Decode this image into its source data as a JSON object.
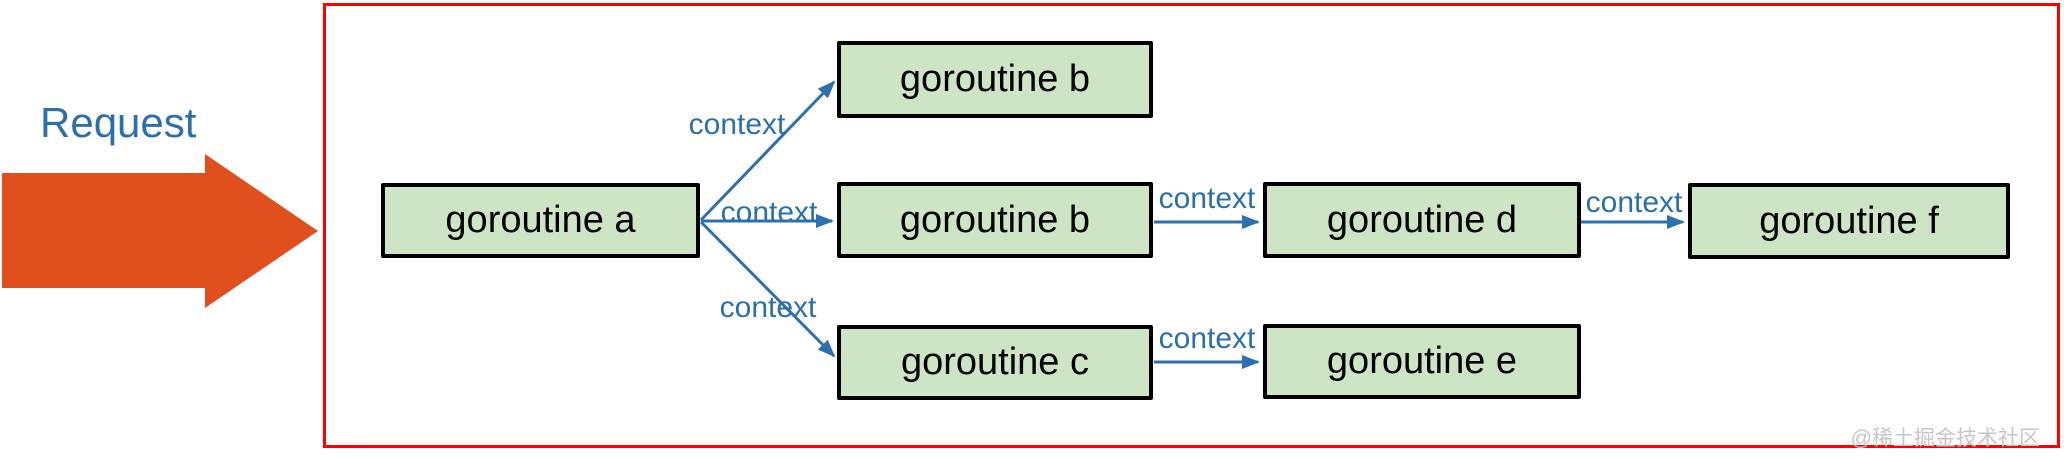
{
  "diagram": {
    "request_label": "Request",
    "watermark": "@稀土掘金技术社区",
    "nodes": [
      {
        "id": "a",
        "label": "goroutine a"
      },
      {
        "id": "b1",
        "label": "goroutine b"
      },
      {
        "id": "b2",
        "label": "goroutine b"
      },
      {
        "id": "c",
        "label": "goroutine c"
      },
      {
        "id": "d",
        "label": "goroutine d"
      },
      {
        "id": "e",
        "label": "goroutine e"
      },
      {
        "id": "f",
        "label": "goroutine f"
      }
    ],
    "edges": [
      {
        "from": "goroutine a",
        "to": "goroutine b (top)",
        "label": "context"
      },
      {
        "from": "goroutine a",
        "to": "goroutine b (middle)",
        "label": "context"
      },
      {
        "from": "goroutine a",
        "to": "goroutine c",
        "label": "context"
      },
      {
        "from": "goroutine b (middle)",
        "to": "goroutine d",
        "label": "context"
      },
      {
        "from": "goroutine d",
        "to": "goroutine f",
        "label": "context"
      },
      {
        "from": "goroutine c",
        "to": "goroutine e",
        "label": "context"
      }
    ],
    "colors": {
      "node_fill": "#cde4c5",
      "node_border": "#000000",
      "edge_blue": "#2d70ad",
      "label_blue": "#2c70a8",
      "frame_red": "#fe0000",
      "arrow_orange": "#e0501e",
      "watermark_gray": "#c6c6c6"
    }
  }
}
